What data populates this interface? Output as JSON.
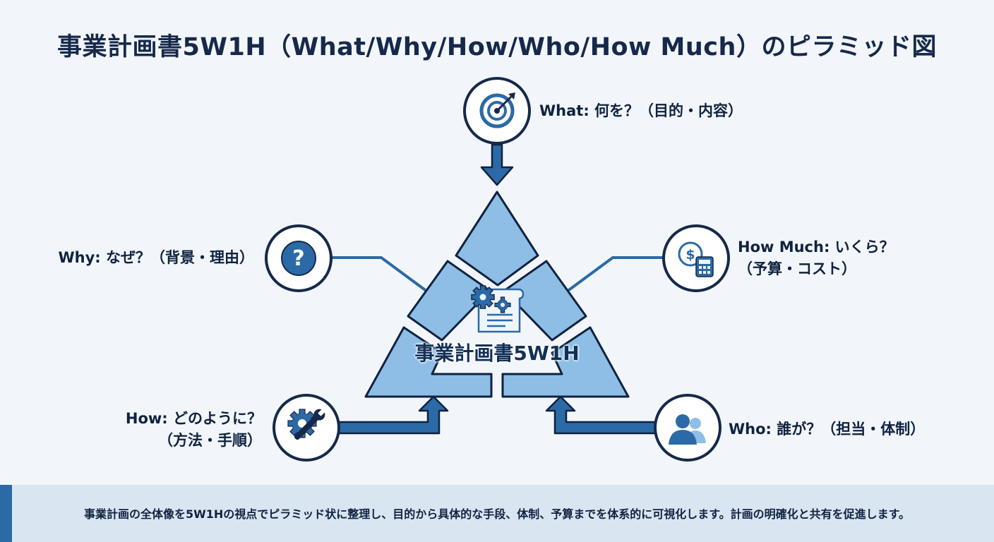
{
  "title": "事業計画書5W1H（What/Why/How/Who/How Much）のピラミッド図",
  "center": {
    "label": "事業計画書5W1H",
    "icon": "gear-document-icon"
  },
  "nodes": {
    "what": {
      "line1": "What: 何を？（目的・内容）",
      "icon": "target-icon"
    },
    "why": {
      "line1": "Why: なぜ？（背景・理由）",
      "icon": "question-icon"
    },
    "how_much": {
      "line1": "How Much: いくら？",
      "line2": "（予算・コスト）",
      "icon": "money-calculator-icon"
    },
    "how": {
      "line1": "How: どのように？",
      "line2": "（方法・手順）",
      "icon": "wrench-gear-icon"
    },
    "who": {
      "line1": "Who: 誰が？（担当・体制）",
      "icon": "people-icon"
    }
  },
  "footer": {
    "text": "事業計画の全体像を5W1Hの視点でピラミッド状に整理し、目的から具体的な手段、体制、予算までを体系的に可視化します。計画の明確化と共有を促進します。"
  },
  "colors": {
    "navy": "#16294a",
    "accent_blue": "#2b6aa6",
    "triangle_fill": "#8ebee6",
    "triangle_stroke": "#0f2240",
    "background": "#f2f6fa",
    "footer_bg": "#d9e6f2"
  }
}
